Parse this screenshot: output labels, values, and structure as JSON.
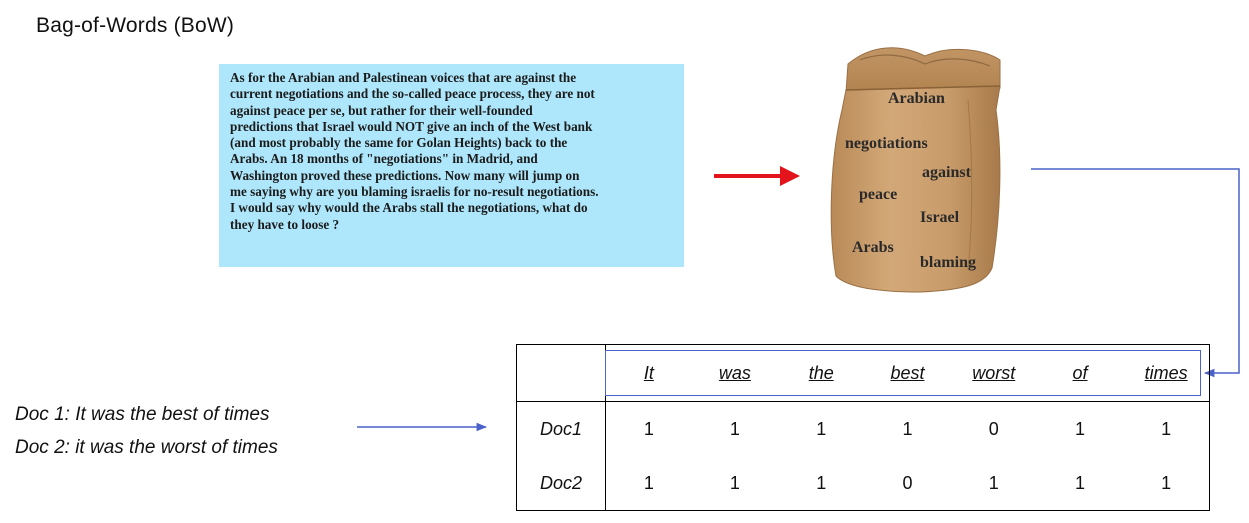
{
  "title": "Bag-of-Words (BoW)",
  "passage": "As for the Arabian and Palestinean voices that are against the\ncurrent negotiations and the so-called peace process, they are not\nagainst peace per se, but rather for their well-founded\npredictions that Israel would NOT give an inch of the West bank\n(and most probably the same for Golan Heights) back to the\nArabs. An 18 months of \"negotiations\" in Madrid, and\nWashington proved these predictions. Now many will jump on\nme saying why are you blaming israelis for no-result negotiations.\nI would say why would the Arabs stall the negotiations, what do\nthey have to loose ?",
  "bag_words": [
    "Arabian",
    "negotiations",
    "against",
    "peace",
    "Israel",
    "Arabs",
    "blaming"
  ],
  "docs": [
    "Doc 1: It was the best of times",
    "Doc 2: it was the worst of times"
  ],
  "table": {
    "vocabulary": [
      "It",
      "was",
      "the",
      "best",
      "worst",
      "of",
      "times"
    ],
    "rows": [
      {
        "label": "Doc1",
        "values": [
          1,
          1,
          1,
          1,
          0,
          1,
          1
        ]
      },
      {
        "label": "Doc2",
        "values": [
          1,
          1,
          1,
          0,
          1,
          1,
          1
        ]
      }
    ]
  },
  "colors": {
    "passage_bg": "#aee7fb",
    "red_arrow": "#e3141b",
    "blue_arrow": "#4a62c9",
    "bag_paper": "#c79a68"
  }
}
